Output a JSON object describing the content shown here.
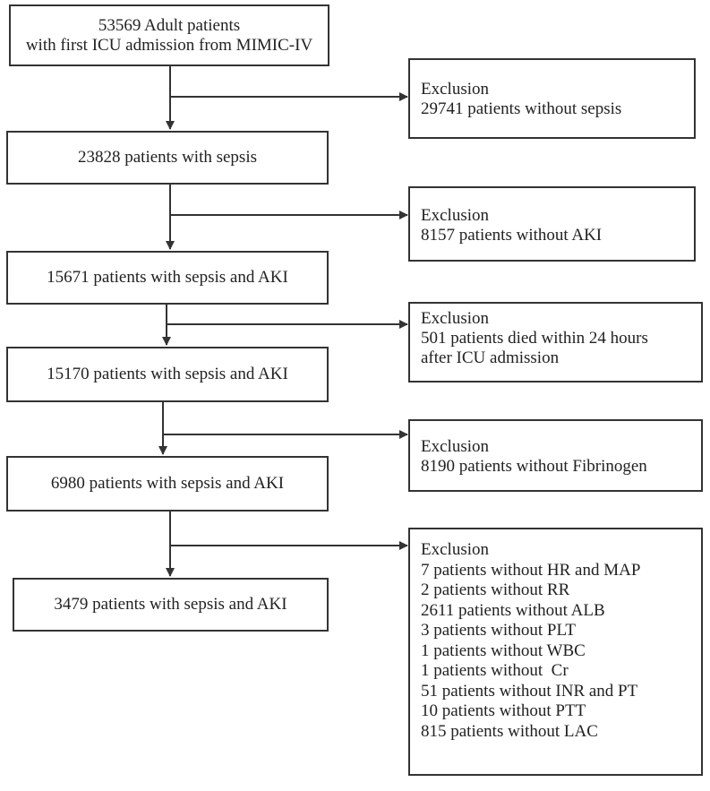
{
  "flow": {
    "main_boxes": [
      {
        "lines": [
          "53569 Adult patients",
          "with first ICU admission from MIMIC-IV"
        ]
      },
      {
        "lines": [
          "23828 patients with sepsis"
        ]
      },
      {
        "lines": [
          "15671 patients with sepsis and AKI"
        ]
      },
      {
        "lines": [
          "15170 patients with sepsis and AKI"
        ]
      },
      {
        "lines": [
          "6980 patients with sepsis and AKI"
        ]
      },
      {
        "lines": [
          "3479 patients with sepsis and AKI"
        ]
      }
    ],
    "exclusions": [
      {
        "title": "Exclusion",
        "items": [
          "29741 patients without sepsis"
        ]
      },
      {
        "title": "Exclusion",
        "items": [
          "8157 patients without AKI"
        ]
      },
      {
        "title": "Exclusion",
        "items": [
          "501 patients died within 24 hours",
          "after ICU admission"
        ]
      },
      {
        "title": "Exclusion",
        "items": [
          "8190 patients without Fibrinogen"
        ]
      },
      {
        "title": "Exclusion",
        "items": [
          "7 patients without HR and MAP",
          "2 patients without RR",
          "2611 patients without ALB",
          "3 patients without PLT",
          "1 patients without WBC",
          "1 patients without  Cr",
          "51 patients without INR and PT",
          "10 patients without PTT",
          "815 patients without LAC"
        ]
      }
    ]
  }
}
